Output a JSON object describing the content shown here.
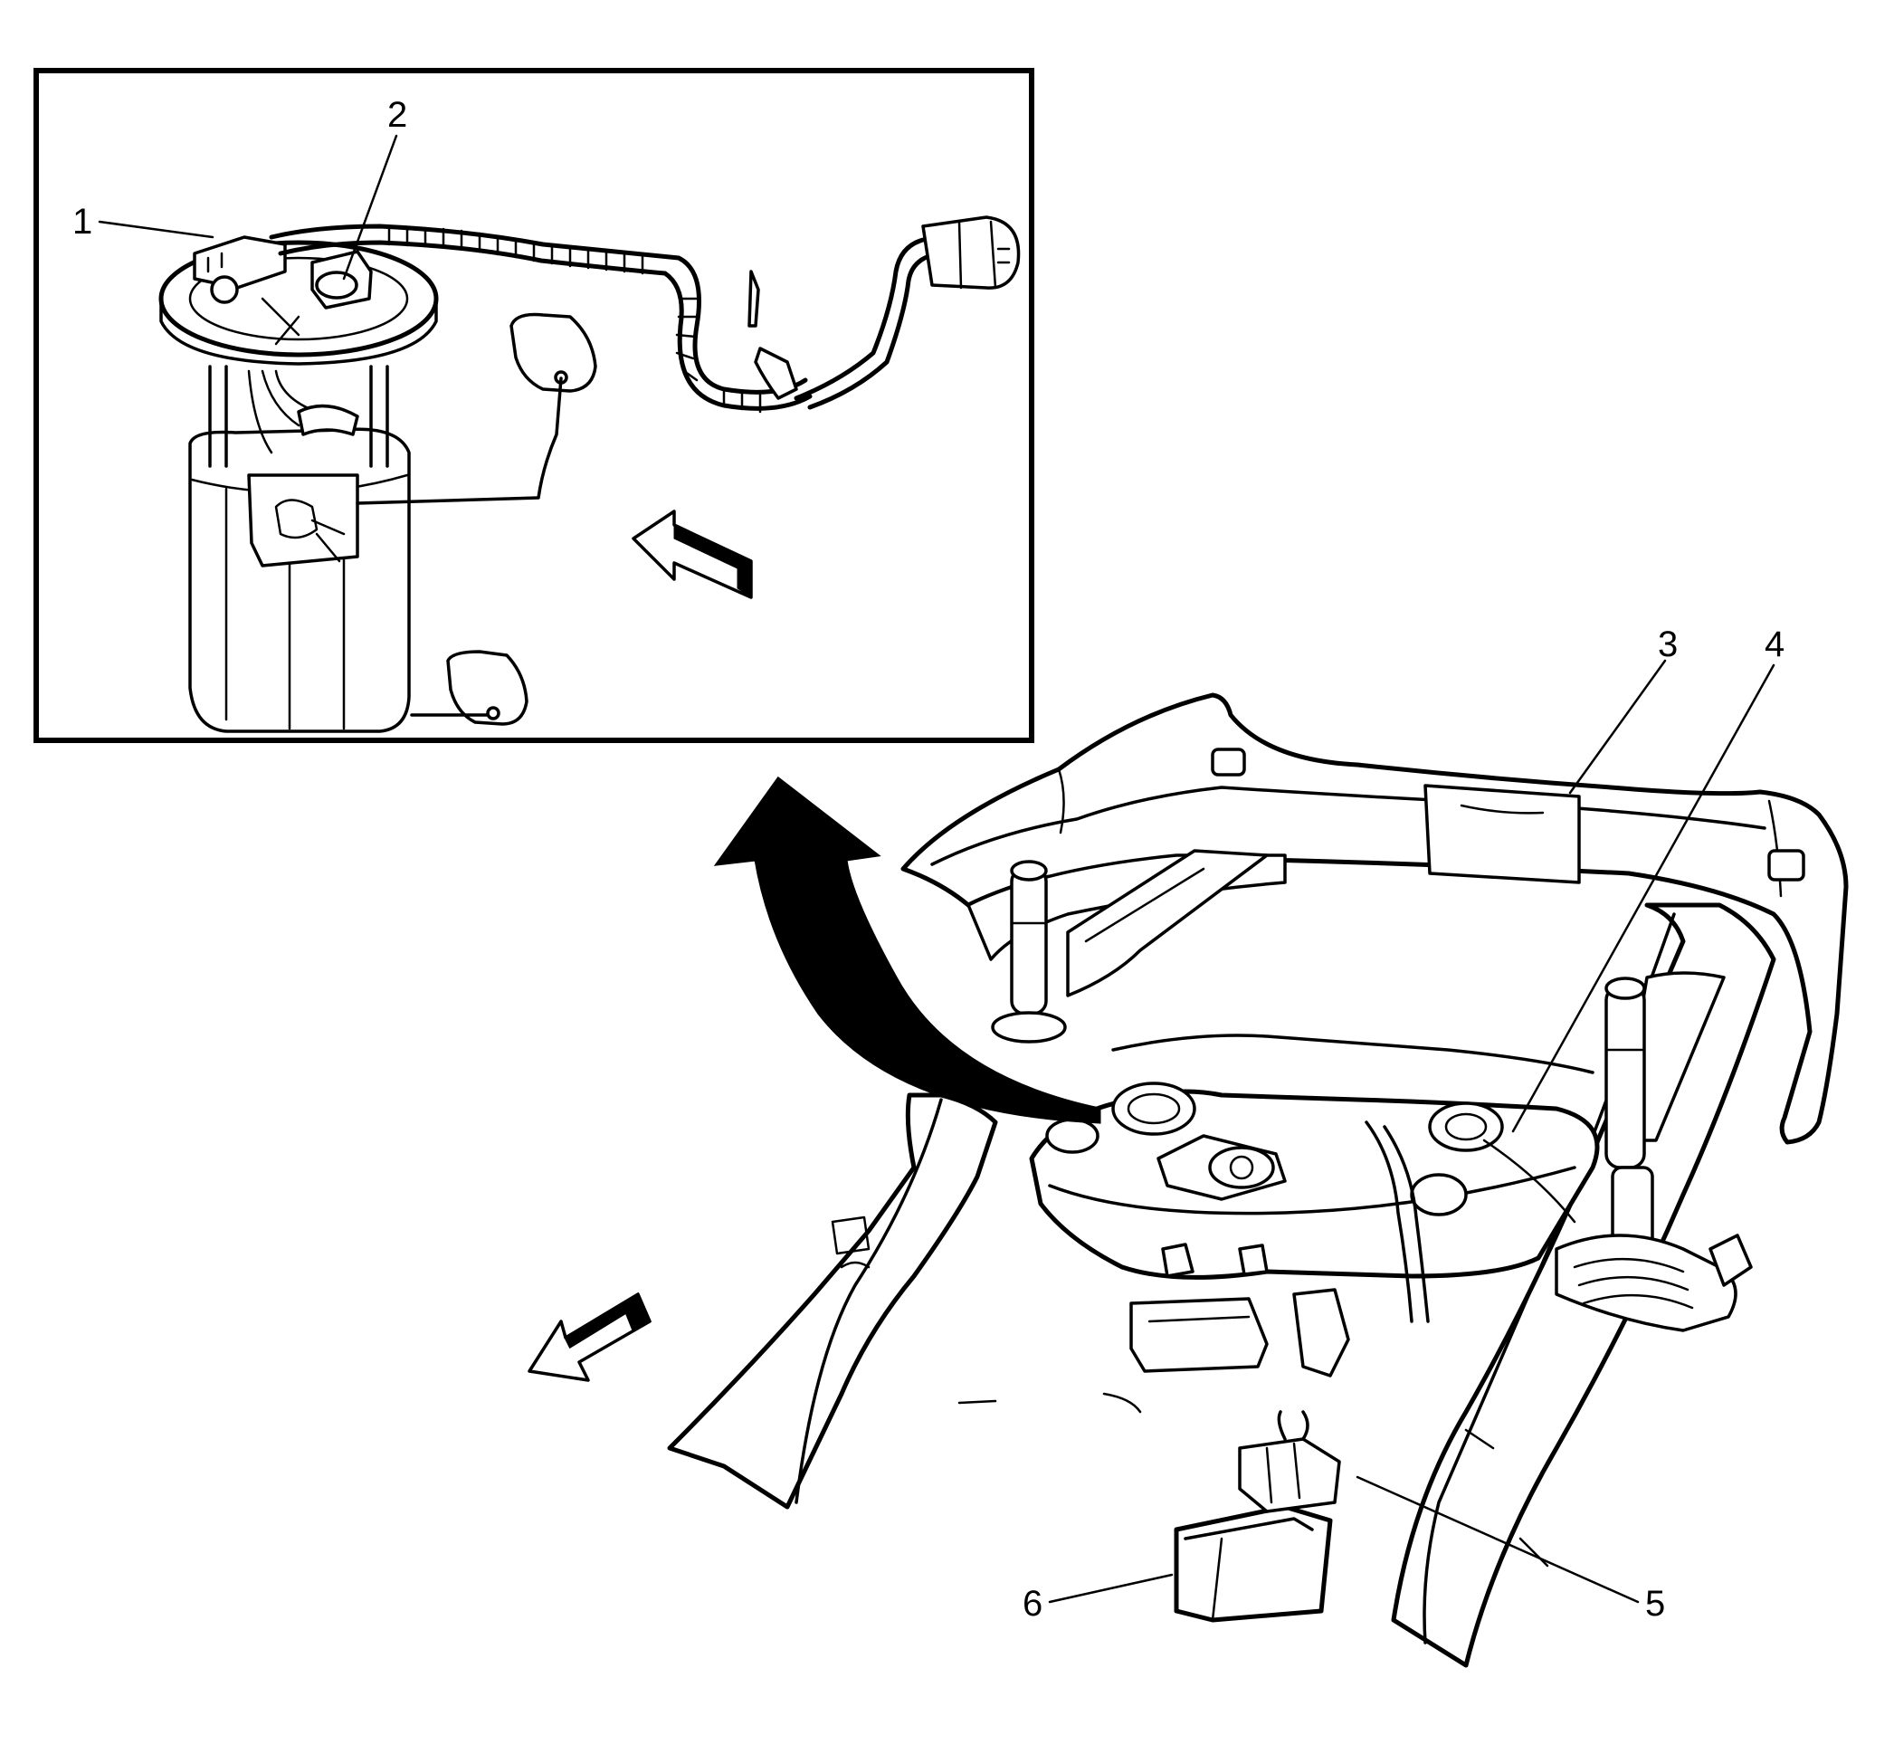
{
  "callouts": {
    "c1": "1",
    "c2": "2",
    "c3": "3",
    "c4": "4",
    "c5": "5",
    "c6": "6"
  },
  "colors": {
    "line": "#000000",
    "background": "#ffffff"
  },
  "icons": [
    "arrow-forward-icon",
    "arrow-callout-icon",
    "arrow-rear-icon"
  ]
}
